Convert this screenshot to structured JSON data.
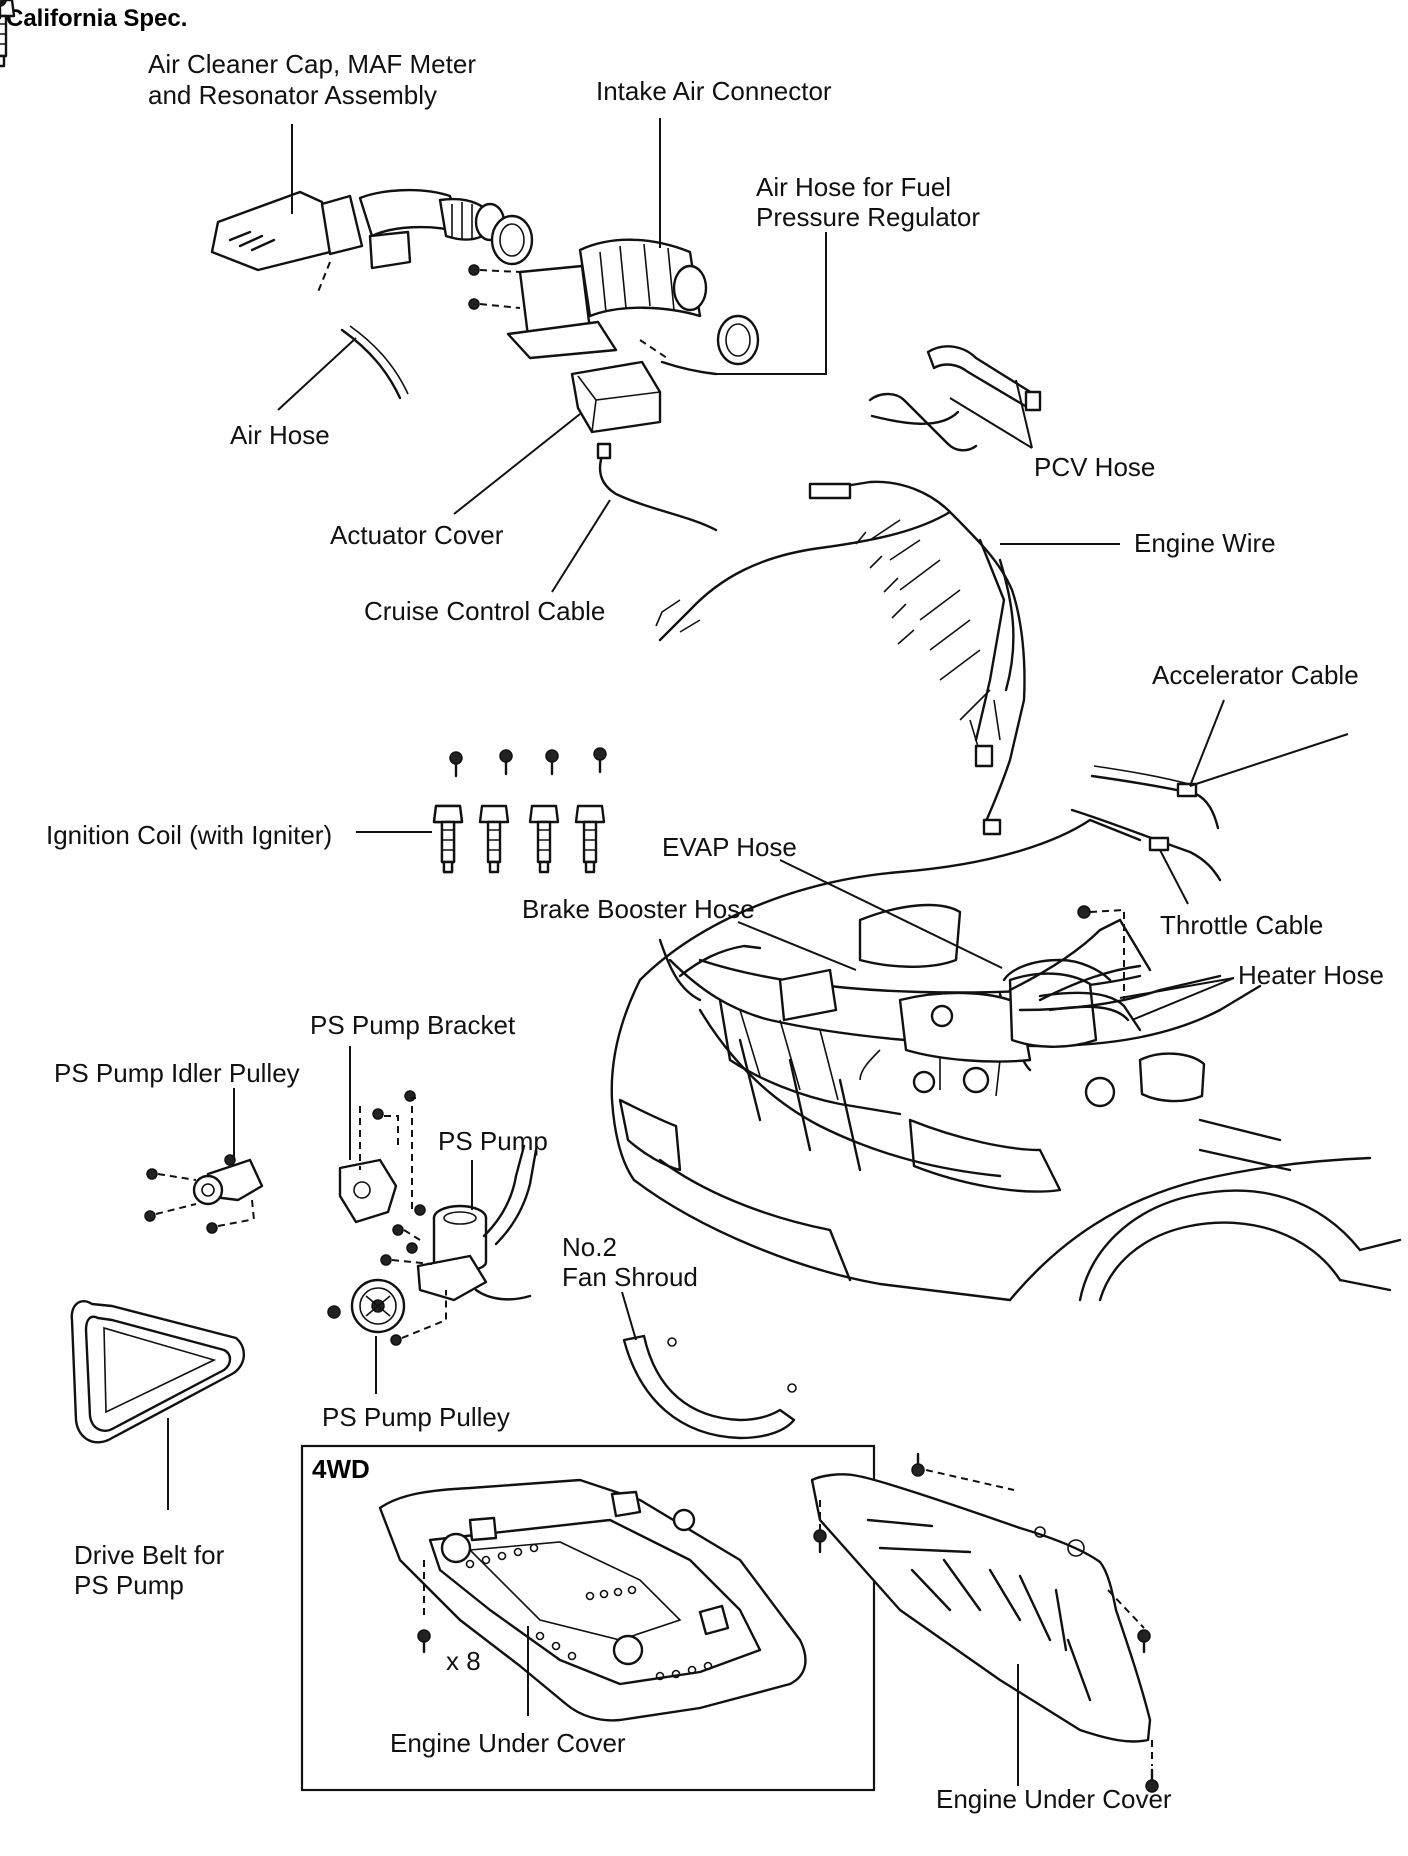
{
  "header": {
    "title": "California Spec."
  },
  "labels": {
    "air_cleaner_line1": "Air Cleaner Cap, MAF Meter",
    "air_cleaner_line2": "and Resonator Assembly",
    "intake_air_connector": "Intake Air Connector",
    "air_hose_fpr_line1": "Air Hose for Fuel",
    "air_hose_fpr_line2": "Pressure Regulator",
    "air_hose": "Air Hose",
    "pcv_hose": "PCV Hose",
    "actuator_cover": "Actuator Cover",
    "engine_wire": "Engine Wire",
    "cruise_control_cable": "Cruise Control Cable",
    "accelerator_cable": "Accelerator Cable",
    "ignition_coil": "Ignition Coil (with Igniter)",
    "evap_hose": "EVAP Hose",
    "brake_booster_hose": "Brake Booster Hose",
    "throttle_cable": "Throttle Cable",
    "heater_hose": "Heater Hose",
    "ps_pump_bracket": "PS Pump Bracket",
    "ps_pump_idler_pulley": "PS Pump Idler Pulley",
    "ps_pump": "PS Pump",
    "fan_shroud_line1": "No.2",
    "fan_shroud_line2": "Fan Shroud",
    "ps_pump_pulley": "PS Pump Pulley",
    "drive_belt_line1": "Drive Belt for",
    "drive_belt_line2": "PS Pump",
    "box_4wd": "4WD",
    "bolt_count": "x 8",
    "engine_under_cover_4wd": "Engine Under Cover",
    "engine_under_cover": "Engine Under Cover"
  }
}
